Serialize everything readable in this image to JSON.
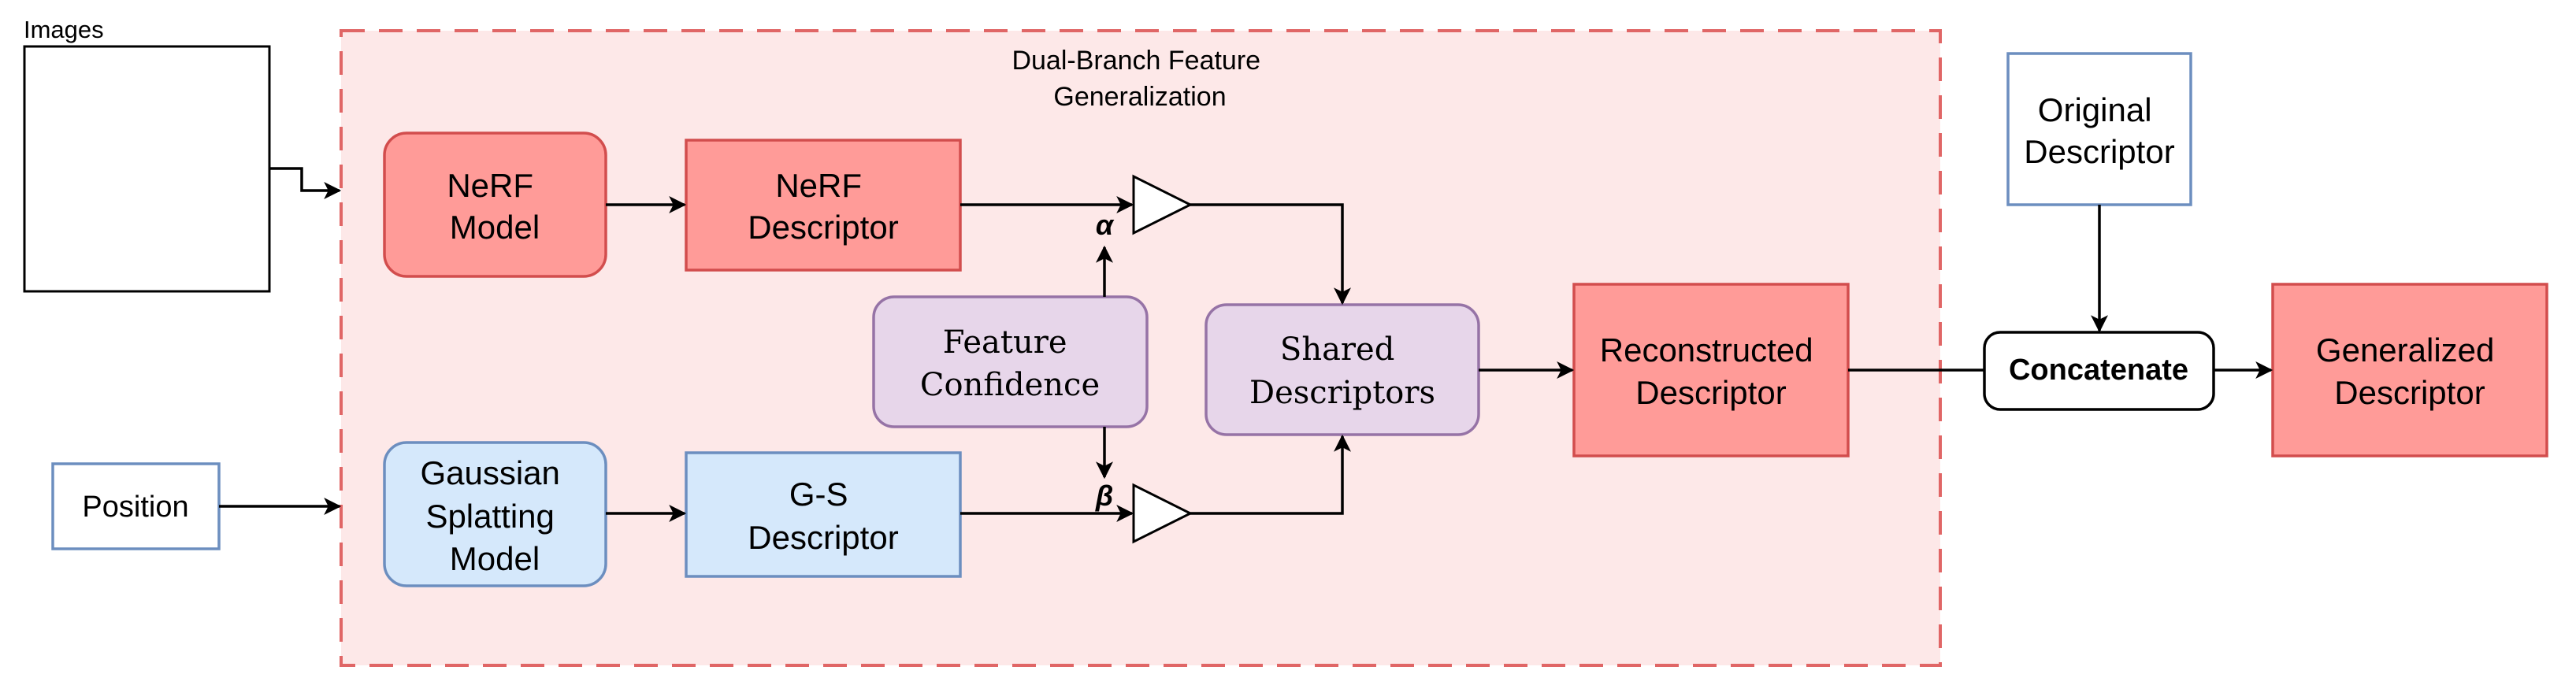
{
  "title_lines": [
    "Dual-Branch Feature",
    "Generalization"
  ],
  "images_label": "Images",
  "position_label": "Position",
  "nerf_model": [
    "NeRF",
    "Model"
  ],
  "nerf_descriptor": [
    "NeRF",
    "Descriptor"
  ],
  "gs_model": [
    "Gaussian",
    "Splatting",
    "Model"
  ],
  "gs_descriptor": [
    "G-S",
    "Descriptor"
  ],
  "feature_confidence": [
    "Feature",
    "Confidence"
  ],
  "shared_descriptors": [
    "Shared",
    "Descriptors"
  ],
  "reconstructed_descriptor": [
    "Reconstructed",
    "Descriptor"
  ],
  "original_descriptor": [
    "Original",
    "Descriptor"
  ],
  "concatenate": "Concatenate",
  "generalized_descriptor": [
    "Generalized",
    "Descriptor"
  ],
  "alpha": "α",
  "beta": "β",
  "colors": {
    "region_fill": "#fde8e8",
    "region_border": "#e06666",
    "red_fill": "#ff9b98",
    "red_border": "#d24d4d",
    "blue_fill": "#d5e8fb",
    "blue_border": "#6c8ebf",
    "purple_fill": "#e7d6ea",
    "purple_border": "#9673a6"
  }
}
